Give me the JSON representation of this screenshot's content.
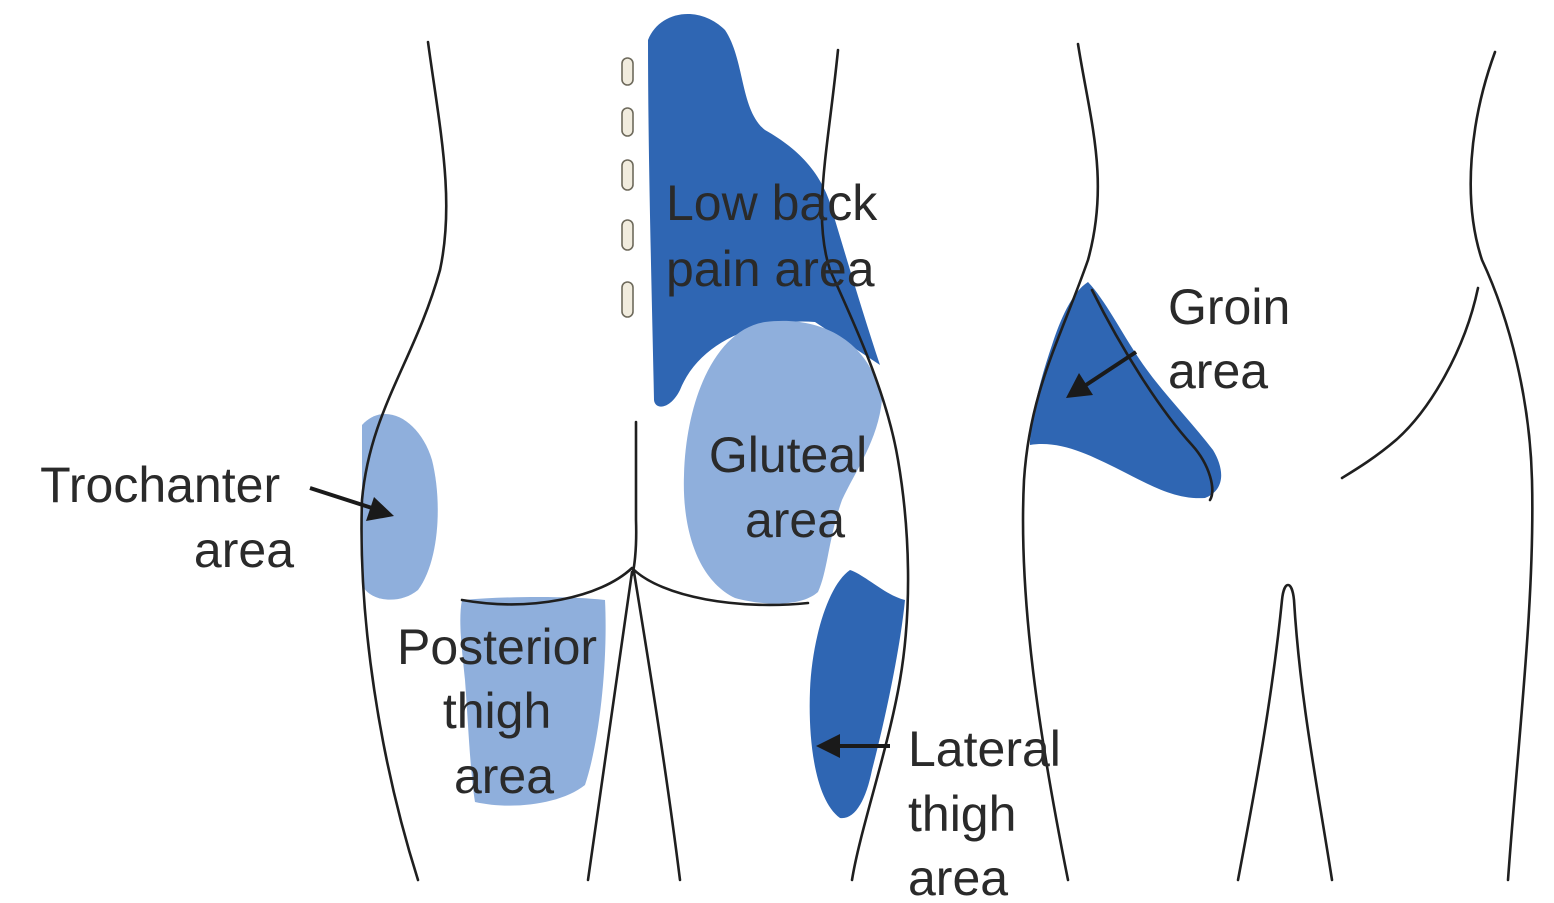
{
  "colors": {
    "dark_region": "#2f66b3",
    "light_region": "#8fafdc",
    "outline": "#1f1f1f",
    "label_text": "#2a2a2a"
  },
  "labels": {
    "low_back": [
      "Low back",
      "pain area"
    ],
    "gluteal": [
      "Gluteal",
      "area"
    ],
    "trochanter": [
      "Trochanter",
      "area"
    ],
    "posterior_thigh": [
      "Posterior",
      "thigh",
      "area"
    ],
    "lateral_thigh": [
      "Lateral",
      "thigh",
      "area"
    ],
    "groin": [
      "Groin",
      "area"
    ]
  }
}
